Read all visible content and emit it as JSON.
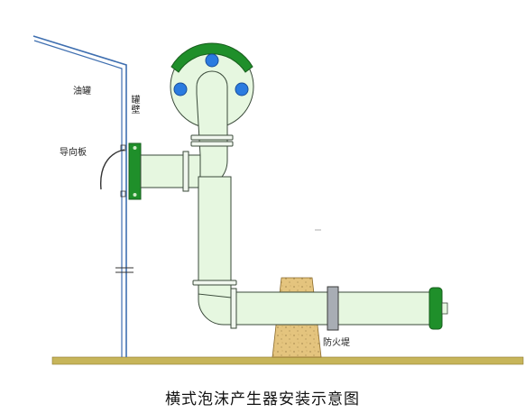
{
  "labels": {
    "tank": "油罐",
    "tank_wall": "罐壁",
    "deflector": "导向板",
    "firewall": "防火堤"
  },
  "caption": "横式泡沫产生器安装示意图",
  "colors": {
    "pipe_fill": "#e6f7e0",
    "pipe_stroke": "#3a4a3a",
    "tank_wall": "#3f6fb0",
    "generator_cap": "#1f8f2a",
    "bolt_holes": "#2a7be0",
    "flange": "#1f8f2a",
    "ground": "#c9b860",
    "firewall_fill": "#e2c07a"
  },
  "icons": [
    "generator-head-icon",
    "flange-icon",
    "deflector-plate-icon"
  ]
}
